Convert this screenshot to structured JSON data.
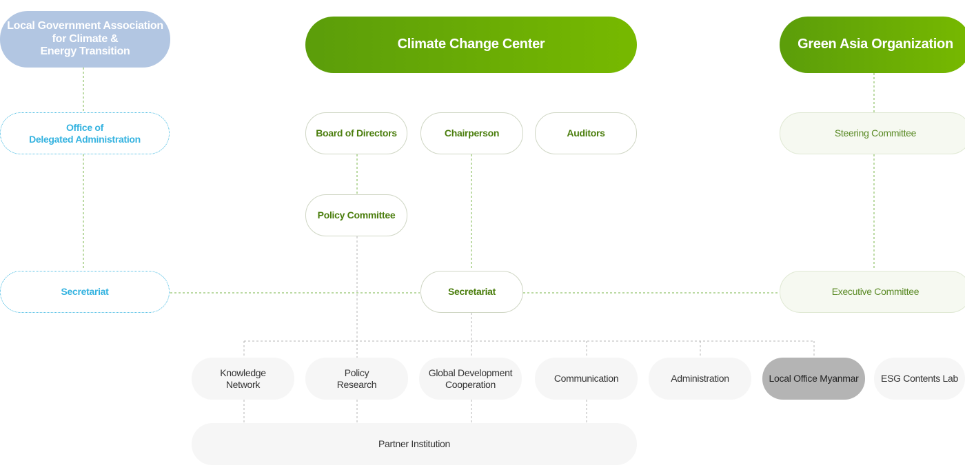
{
  "top": {
    "local_gov": "Local Government Association\nfor Climate &\nEnergy Transition",
    "center": "Climate Change Center",
    "green_asia": "Green Asia Organization"
  },
  "left": {
    "office": "Office of\nDelegated Administration",
    "secretariat": "Secretariat"
  },
  "middle": {
    "board": "Board of Directors",
    "chair": "Chairperson",
    "auditors": "Auditors",
    "policy_committee": "Policy Committee",
    "secretariat": "Secretariat"
  },
  "right": {
    "steering": "Steering Committee",
    "executive": "Executive Committee"
  },
  "departments": [
    "Knowledge\nNetwork",
    "Policy\nResearch",
    "Global Development\nCooperation",
    "Communication",
    "Administration",
    "Local Office Myanmar",
    "ESG Contents Lab"
  ],
  "partner": "Partner Institution",
  "colors": {
    "green": "#6aaa05",
    "blue": "#b2c6e2",
    "sky": "#35b3e0",
    "line_green": "#7ab648",
    "line_gray": "#b5b5b5"
  }
}
